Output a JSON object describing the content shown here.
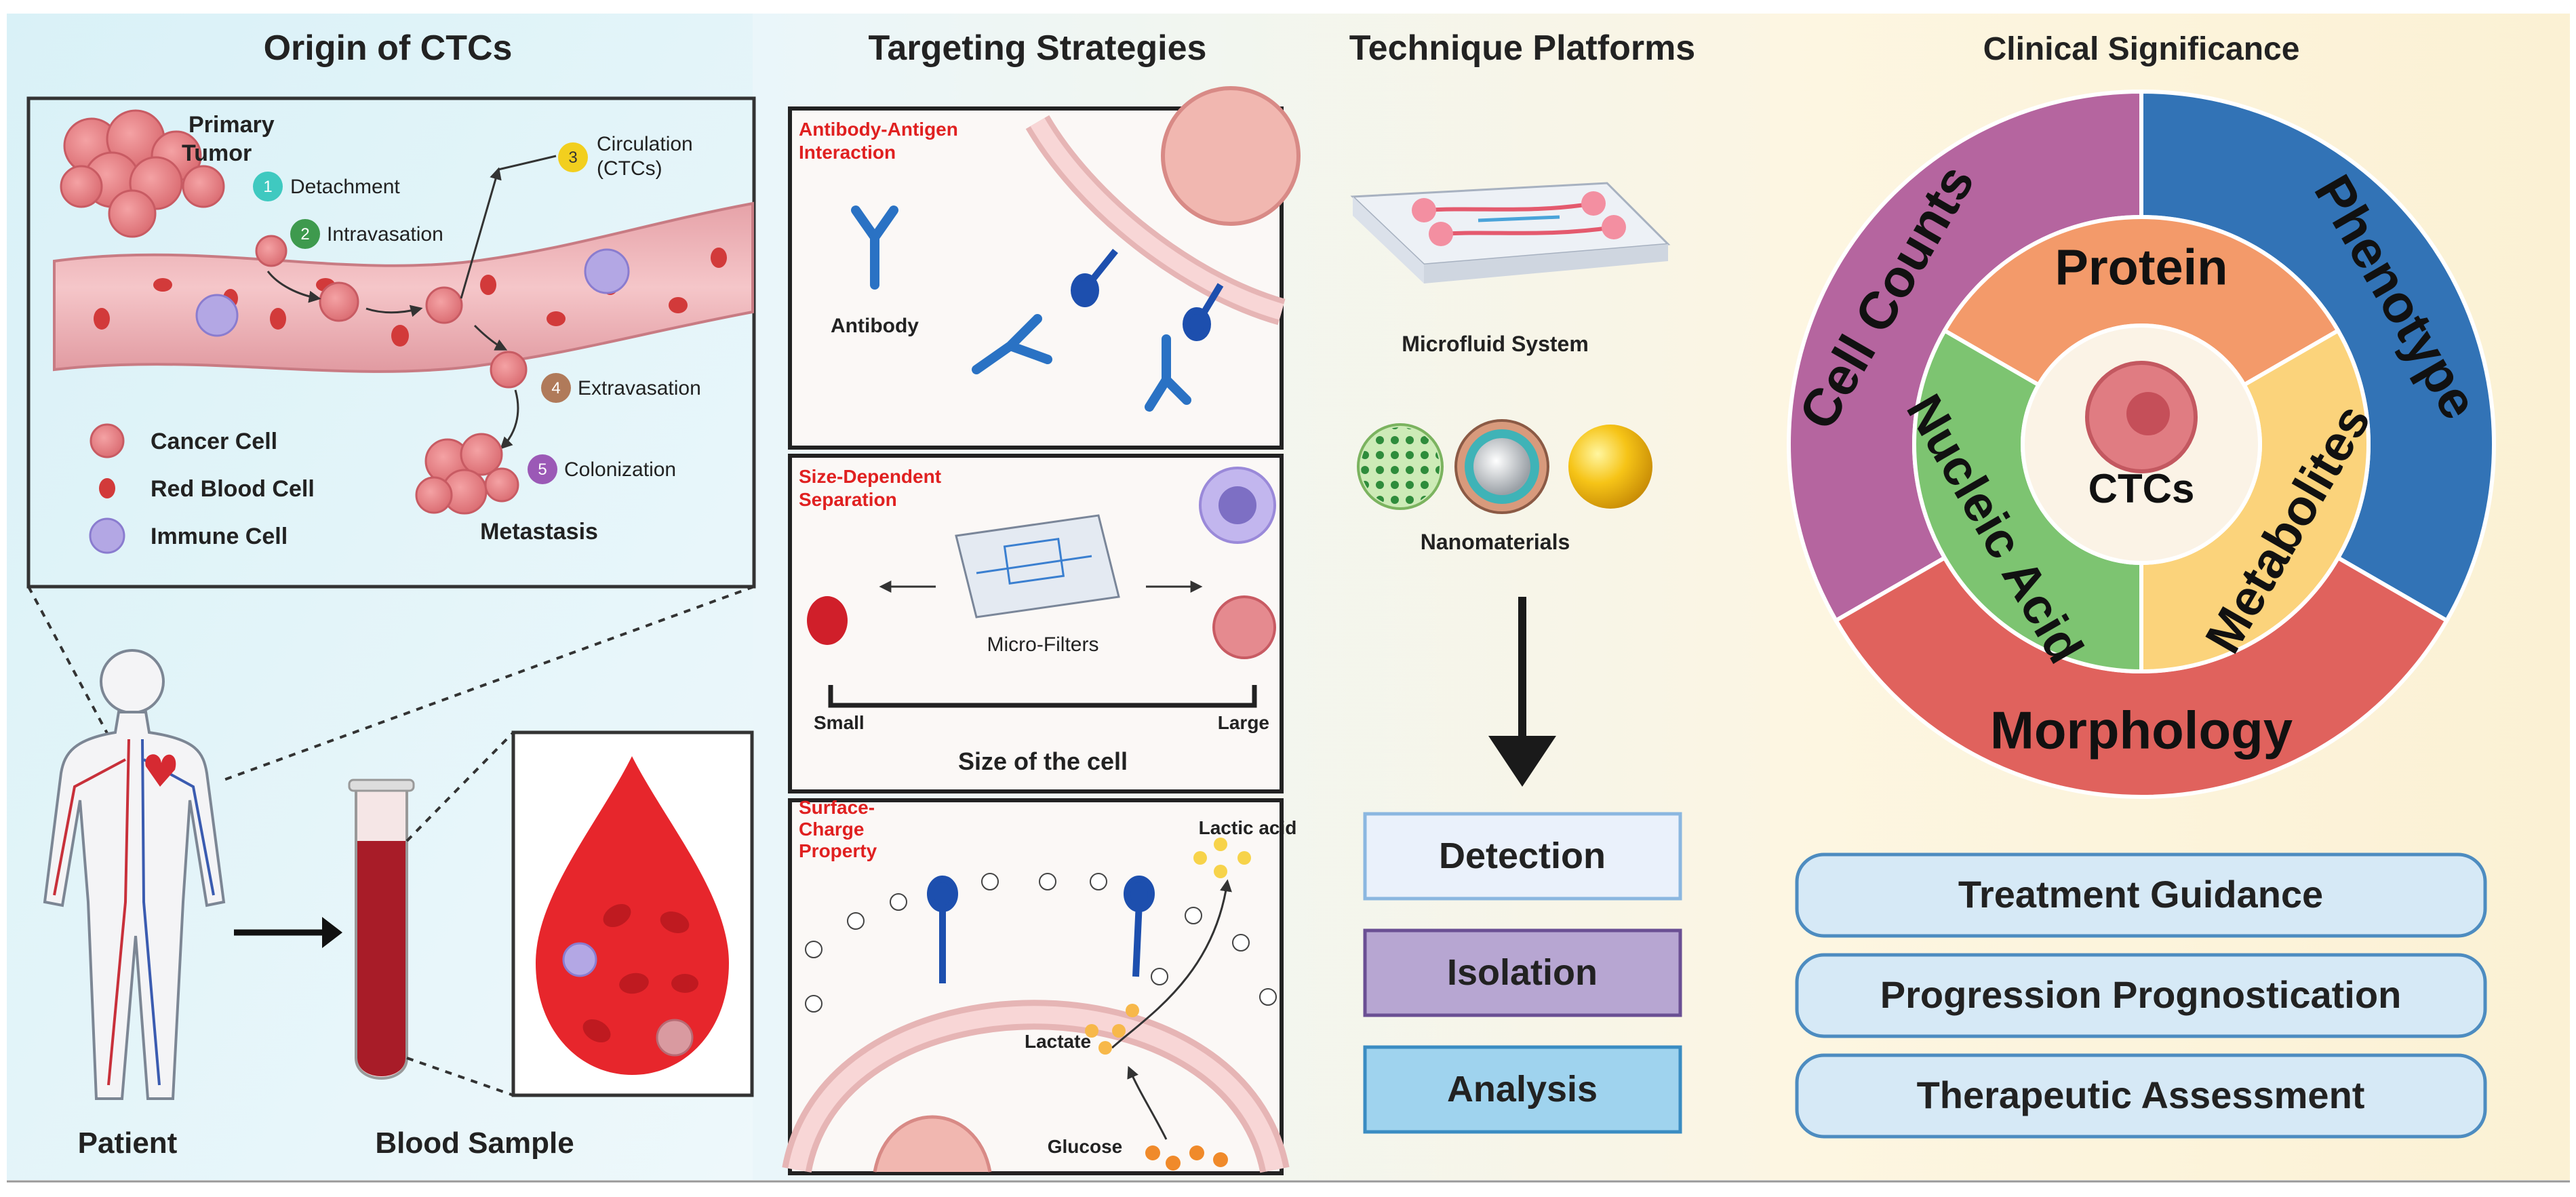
{
  "origin": {
    "title": "Origin of CTCs",
    "primary_tumor": [
      "Primary",
      "Tumor"
    ],
    "steps": [
      {
        "num": "1",
        "label": "Detachment",
        "color": "#3fc9c0"
      },
      {
        "num": "2",
        "label": "Intravasation",
        "color": "#3e9a4e"
      },
      {
        "num": "3",
        "label": [
          "Circulation",
          "(CTCs)"
        ],
        "color": "#f2cf1e"
      },
      {
        "num": "4",
        "label": "Extravasation",
        "color": "#b07a5a"
      },
      {
        "num": "5",
        "label": "Colonization",
        "color": "#9b59b6"
      }
    ],
    "legend": [
      "Cancer Cell",
      "Red Blood Cell",
      "Immune Cell"
    ],
    "metastasis": "Metastasis",
    "patient": "Patient",
    "blood_sample": "Blood Sample"
  },
  "targeting": {
    "title": "Targeting Strategies",
    "panel1": {
      "title": [
        "Antibody-Antigen",
        "Interaction"
      ],
      "antibody": "Antibody"
    },
    "panel2": {
      "title": [
        "Size-Dependent",
        "Separation"
      ],
      "filters": "Micro-Filters",
      "small": "Small",
      "large": "Large",
      "axis": "Size of the cell"
    },
    "panel3": {
      "title": [
        "Surface-",
        "Charge",
        "Property"
      ],
      "lactic": "Lactic acid",
      "lactate": "Lactate",
      "glucose": "Glucose"
    }
  },
  "platforms": {
    "title": "Technique Platforms",
    "microfluid": "Microfluid System",
    "nano": "Nanomaterials",
    "boxes": [
      {
        "label": "Detection",
        "color": "#eaf1fb"
      },
      {
        "label": "Isolation",
        "color": "#b7a6d2"
      },
      {
        "label": "Analysis",
        "color": "#9fd3ee"
      }
    ]
  },
  "clinical": {
    "title": "Clinical Significance",
    "outer": [
      "Cell Counts",
      "Phenotype",
      "Morphology"
    ],
    "inner": [
      "Protein",
      "Metabolites",
      "Nucleic Acid"
    ],
    "center": "CTCs",
    "colors": {
      "cell_counts": "#b5659f",
      "phenotype": "#3273b6",
      "morphology": "#e0625d",
      "protein": "#f39a6a",
      "metabolites": "#fbd37b",
      "nucleic": "#7dc471"
    },
    "buttons": [
      "Treatment Guidance",
      "Progression Prognostication",
      "Therapeutic Assessment"
    ]
  }
}
